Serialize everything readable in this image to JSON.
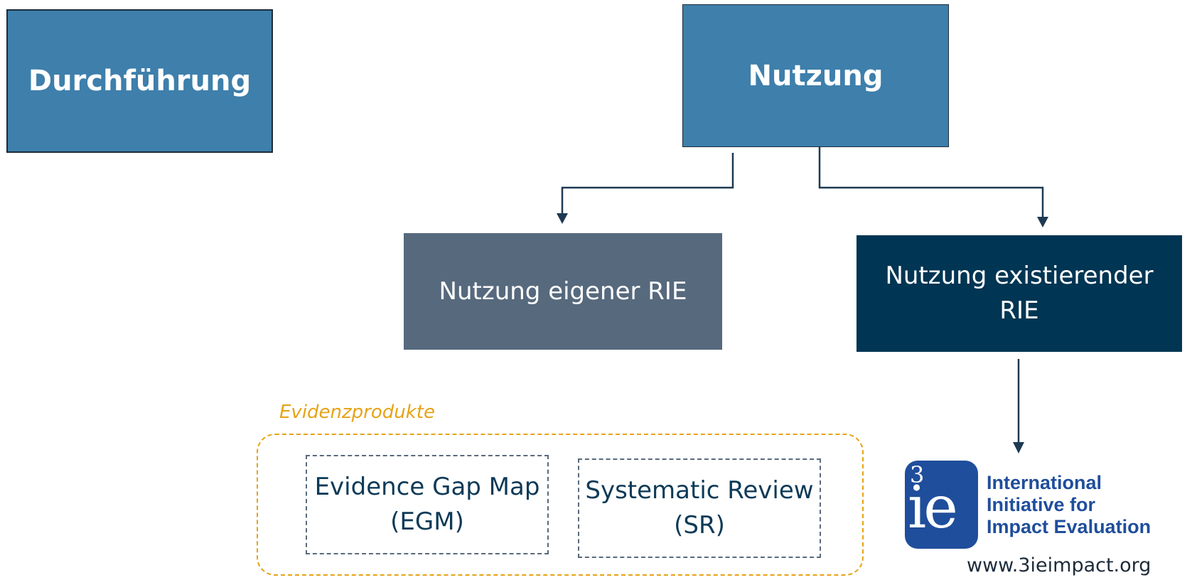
{
  "nodes": {
    "durchfuehrung": "Durchführung",
    "nutzung": "Nutzung",
    "nutzung_eigener": "Nutzung eigener RIE",
    "nutzung_existierender": "Nutzung existierender RIE"
  },
  "evidence_group": {
    "label": "Evidenzprodukte",
    "products": [
      "Evidence Gap Map (EGM)",
      "Systematic Review (SR)"
    ]
  },
  "logo": {
    "mark": "3ie",
    "lines": [
      "International",
      "Initiative for",
      "Impact Evaluation"
    ],
    "url": "www.3ieimpact.org"
  },
  "colors": {
    "primary_blue": "#3e7fab",
    "slate": "#57697d",
    "dark_navy": "#003553",
    "accent_orange": "#e6a317",
    "logo_blue": "#1f4e9c"
  },
  "icons": [
    "arrow-down-icon",
    "logo-3ie-icon"
  ]
}
